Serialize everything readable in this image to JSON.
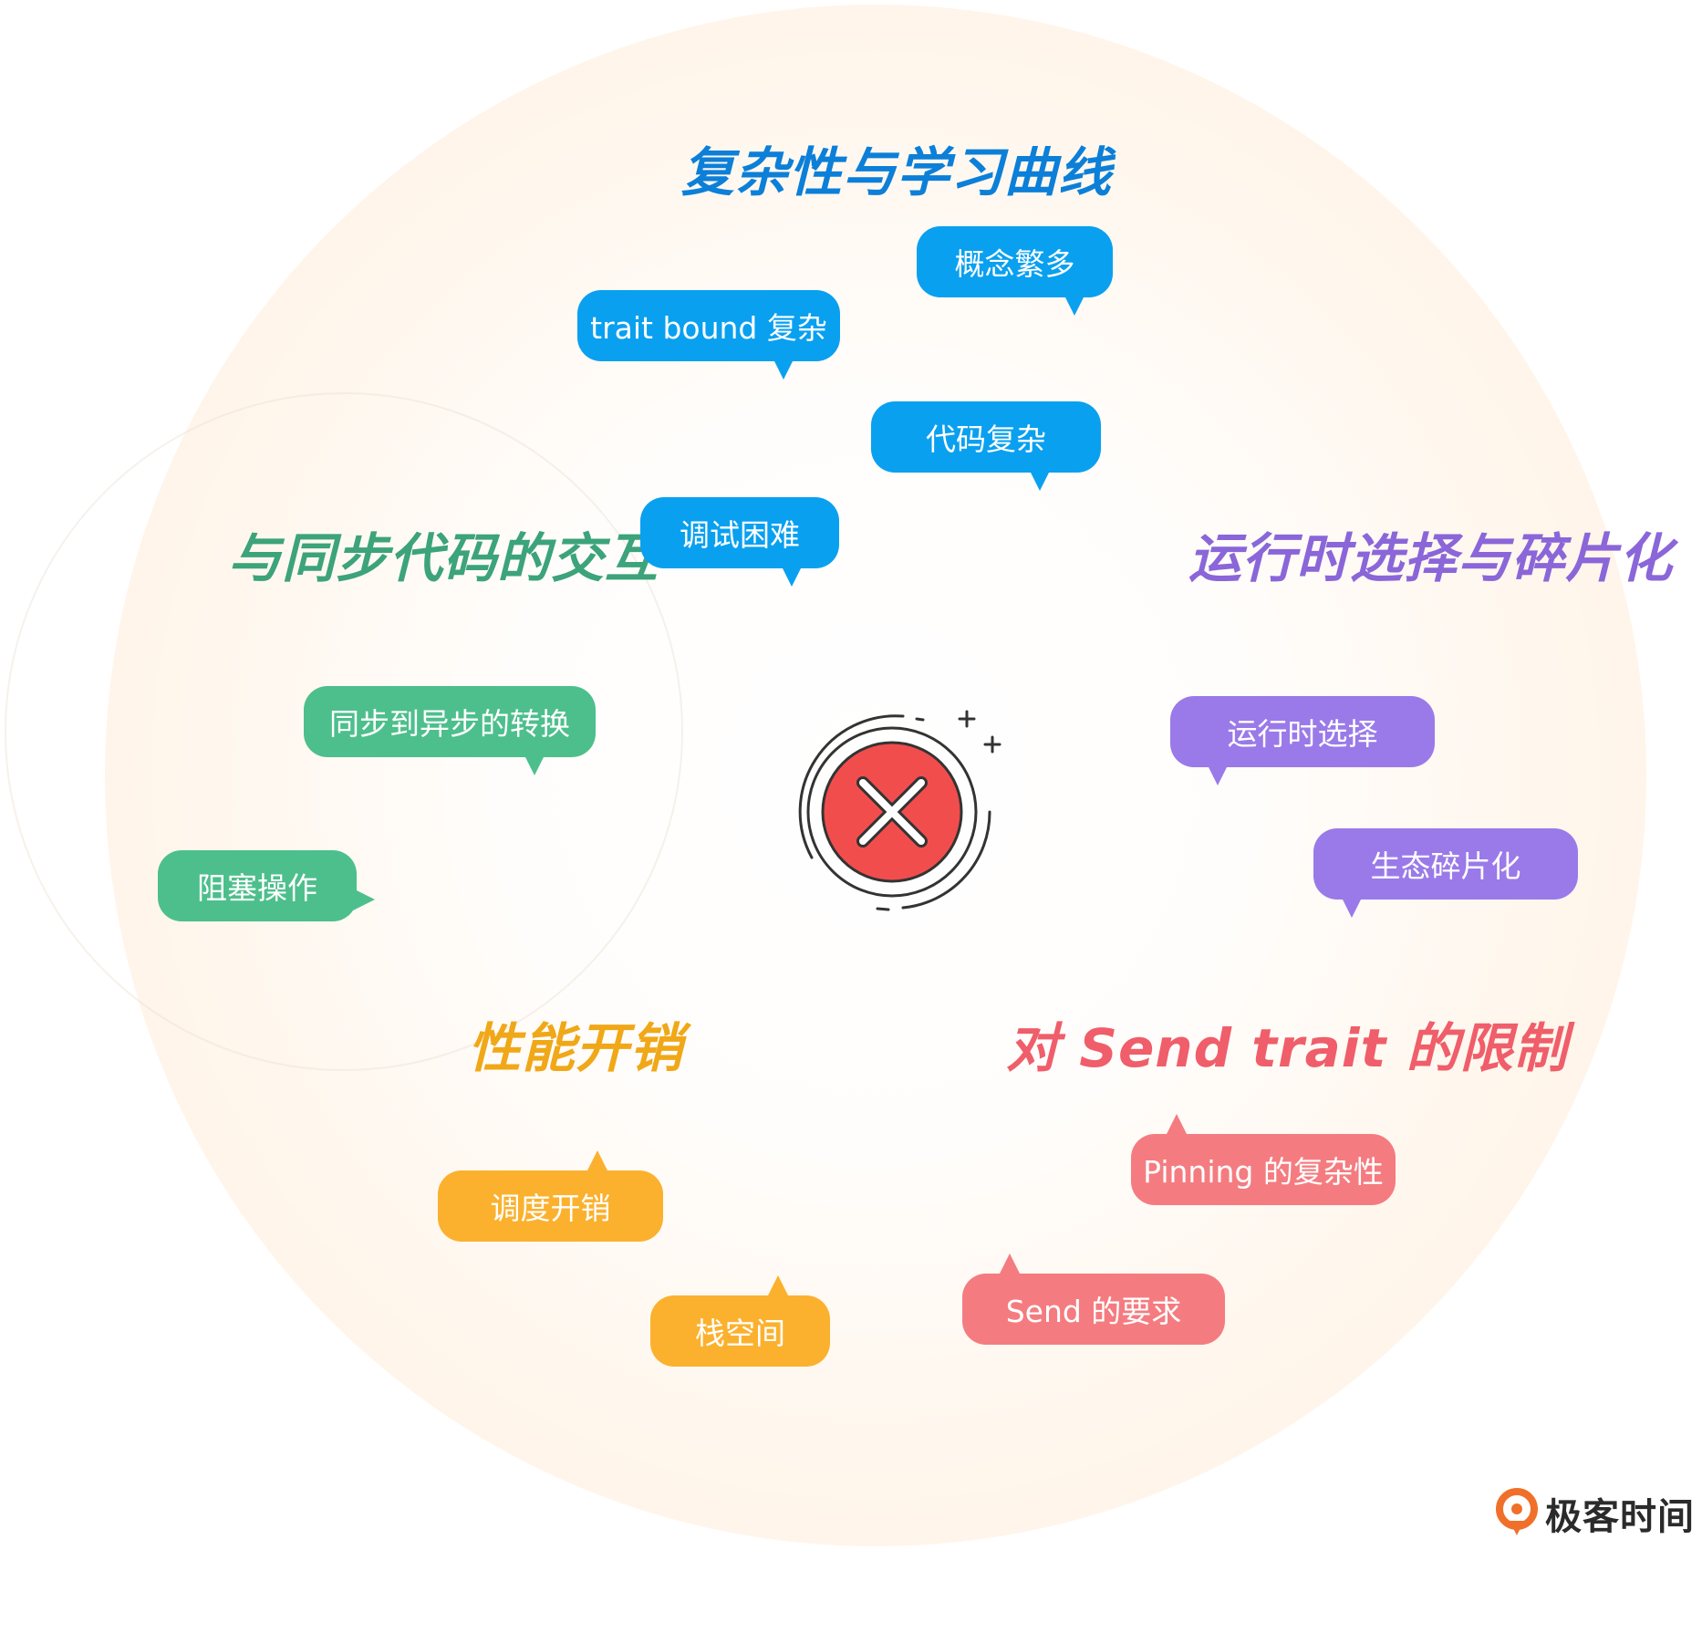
{
  "colors": {
    "blue": "#0aa0f0",
    "green": "#4dbf8c",
    "purple": "#9a7ae8",
    "orange": "#fbb12e",
    "pink": "#f47c80",
    "blue_title": "#0c7fd8",
    "green_title": "#3ca37a",
    "purple_title": "#8a66d9",
    "orange_title": "#f0a818",
    "pink_title": "#ef5e6a",
    "icon_red": "#f24d4d"
  },
  "categories": {
    "complexity": "复杂性与学习曲线",
    "sync_interaction": "与同步代码的交互",
    "runtime": "运行时选择与碎片化",
    "performance": "性能开销",
    "send_trait": "对 Send trait 的限制"
  },
  "bubbles": {
    "concepts": "概念繁多",
    "trait_bound": "trait bound 复杂",
    "code_complex": "代码复杂",
    "debugging": "调试困难",
    "sync_to_async": "同步到异步的转换",
    "blocking": "阻塞操作",
    "runtime_choice": "运行时选择",
    "ecosystem": "生态碎片化",
    "scheduling": "调度开销",
    "stack_space": "栈空间",
    "pinning": "Pinning 的复杂性",
    "send_req": "Send 的要求"
  },
  "icons": {
    "center": "x-circle-icon",
    "logo": "geektime-logo-icon"
  },
  "logo": {
    "text": "极客时间"
  }
}
